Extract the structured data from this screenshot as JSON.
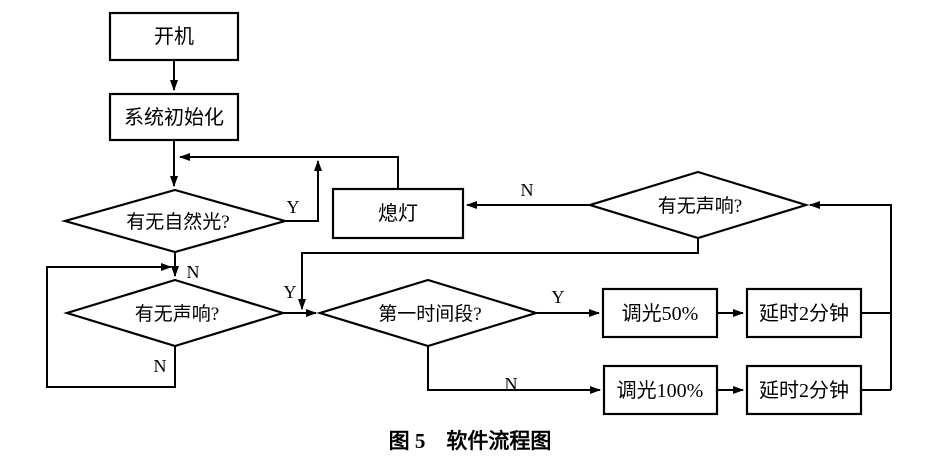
{
  "figure": {
    "caption": "图 5　软件流程图"
  },
  "colors": {
    "line": "#000000",
    "background": "#ffffff",
    "text": "#000000"
  },
  "nodes": {
    "power_on": {
      "label": "开机",
      "type": "process"
    },
    "system_init": {
      "label": "系统初始化",
      "type": "process"
    },
    "natural_light": {
      "label": "有无自然光?",
      "type": "decision"
    },
    "lights_off": {
      "label": "熄灯",
      "type": "process"
    },
    "sound_left": {
      "label": "有无声响?",
      "type": "decision"
    },
    "sound_right": {
      "label": "有无声响?",
      "type": "decision"
    },
    "first_period": {
      "label": "第一时间段?",
      "type": "decision"
    },
    "dim_50": {
      "label": "调光50%",
      "type": "process"
    },
    "delay_2min_a": {
      "label": "延时2分钟",
      "type": "process"
    },
    "dim_100": {
      "label": "调光100%",
      "type": "process"
    },
    "delay_2min_b": {
      "label": "延时2分钟",
      "type": "process"
    }
  },
  "edge_labels": {
    "natural_light_yes": "Y",
    "natural_light_no": "N",
    "sound_left_yes": "Y",
    "sound_left_no": "N",
    "sound_right_no": "N",
    "first_period_yes": "Y",
    "first_period_no": "N"
  }
}
